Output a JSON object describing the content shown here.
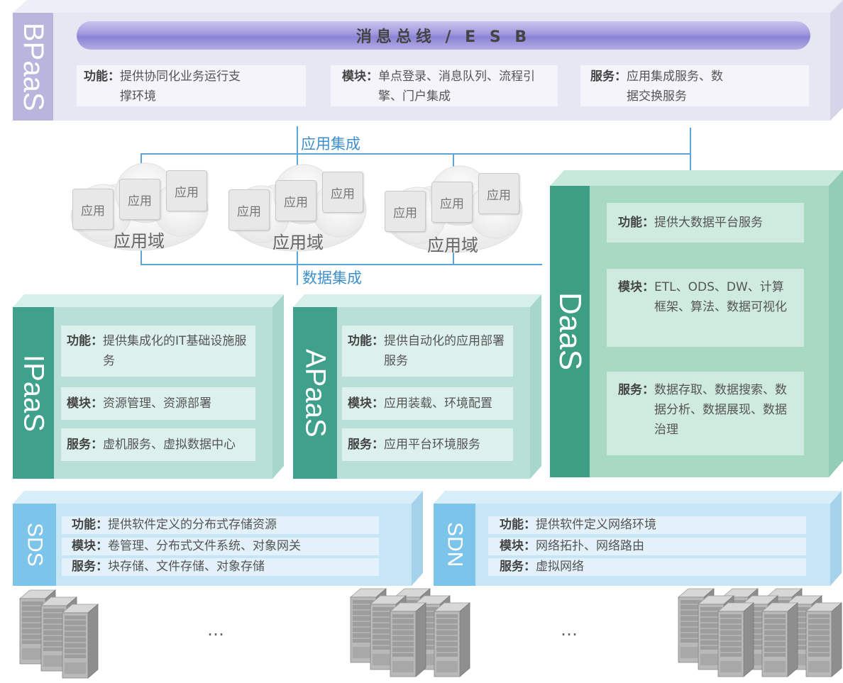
{
  "bpaas": {
    "side": "BPaaS",
    "bus": "消息总线 / E S B",
    "func_k": "功能：",
    "func_v": "提供协同化业务运行支撑环境",
    "mod_k": "模块：",
    "mod_v": "单点登录、消息队列、流程引擎、门户集成",
    "svc_k": "服务：",
    "svc_v": "应用集成服务、数据交换服务"
  },
  "integration": {
    "app": "应用集成",
    "data": "数据集成"
  },
  "domains": {
    "app_label": "应用",
    "domain_label": "应用域"
  },
  "ipaas": {
    "side": "IPaaS",
    "func_k": "功能：",
    "func_v": "提供集成化的IT基础设施服务",
    "mod_k": "模块：",
    "mod_v": "资源管理、资源部署",
    "svc_k": "服务：",
    "svc_v": "虚机服务、虚拟数据中心"
  },
  "apaas": {
    "side": "APaaS",
    "func_k": "功能：",
    "func_v": "提供自动化的应用部署服务",
    "mod_k": "模块：",
    "mod_v": "应用装载、环境配置",
    "svc_k": "服务：",
    "svc_v": "应用平台环境服务"
  },
  "daas": {
    "side": "DaaS",
    "func_k": "功能：",
    "func_v": "提供大数据平台服务",
    "mod_k": "模块：",
    "mod_v": "ETL、ODS、DW、计算框架、算法、数据可视化",
    "svc_k": "服务：",
    "svc_v": "数据存取、数据搜索、数据分析、数据展现、数据治理"
  },
  "sds": {
    "side": "SDS",
    "func_k": "功能：",
    "func_v": "提供软件定义的分布式存储资源",
    "mod_k": "模块：",
    "mod_v": "卷管理、分布式文件系统、对象网关",
    "svc_k": "服务：",
    "svc_v": "块存储、文件存储、对象存储"
  },
  "sdn": {
    "side": "SDN",
    "func_k": "功能：",
    "func_v": "提供软件定义网络环境",
    "mod_k": "模块：",
    "mod_v": "网络拓扑、网络路由",
    "svc_k": "服务：",
    "svc_v": "虚拟网络"
  },
  "ellipsis": "…",
  "colors": {
    "bpaas_band": "#b7b4de",
    "bpaas_bg": "#e5e6f3",
    "teal_band": "#3fa08c",
    "teal_bg": "#b9e1da",
    "daas_band": "#3d9e84",
    "daas_bg": "#a9d9c4",
    "blue_band": "#7cc4ea",
    "blue_bg": "#c7e6f5",
    "line": "#5aa6d8"
  }
}
